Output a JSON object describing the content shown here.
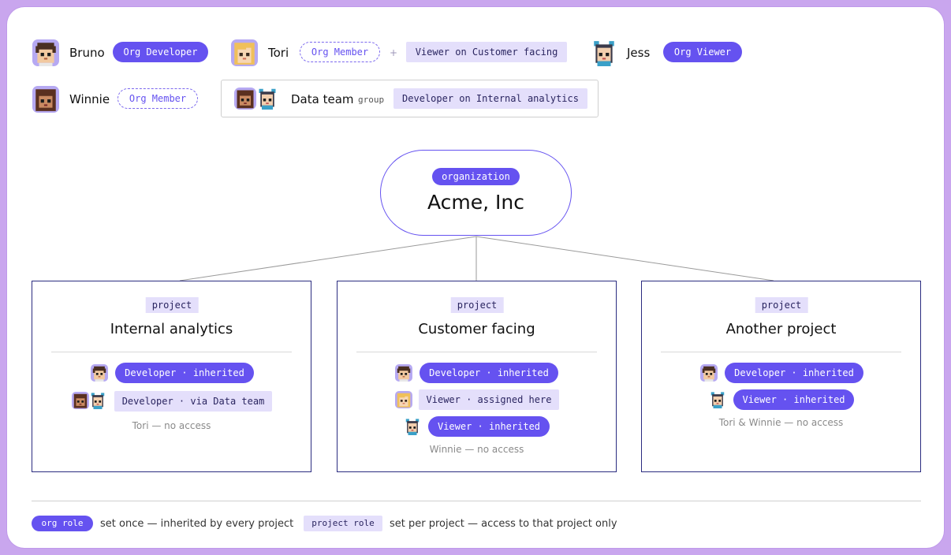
{
  "colors": {
    "accent": "#6552f0",
    "soft": "#e4dffb",
    "frame": "#c9a6ee",
    "project_border": "#2b2c80"
  },
  "members": {
    "bruno": {
      "name": "Bruno",
      "role": "Org Developer",
      "avatar": "bruno-avatar"
    },
    "tori": {
      "name": "Tori",
      "role": "Org Member",
      "plus": "+",
      "extra_role": "Viewer on Customer facing",
      "avatar": "tori-avatar"
    },
    "jess": {
      "name": "Jess",
      "role": "Org Viewer",
      "avatar": "jess-avatar"
    },
    "winnie": {
      "name": "Winnie",
      "role": "Org Member",
      "avatar": "winnie-avatar"
    }
  },
  "group": {
    "name": "Data team",
    "tag": "group",
    "role": "Developer on Internal analytics"
  },
  "organization": {
    "badge": "organization",
    "name": "Acme, Inc"
  },
  "projects": [
    {
      "tag": "project",
      "title": "Internal analytics",
      "rows": [
        {
          "label": "Developer · inherited",
          "style": "org"
        },
        {
          "label": "Developer · via Data team",
          "style": "project"
        }
      ],
      "note": "Tori — no access"
    },
    {
      "tag": "project",
      "title": "Customer facing",
      "rows": [
        {
          "label": "Developer · inherited",
          "style": "org"
        },
        {
          "label": "Viewer · assigned here",
          "style": "project"
        },
        {
          "label": "Viewer · inherited",
          "style": "org"
        }
      ],
      "note": "Winnie — no access"
    },
    {
      "tag": "project",
      "title": "Another project",
      "rows": [
        {
          "label": "Developer · inherited",
          "style": "org"
        },
        {
          "label": "Viewer · inherited",
          "style": "org"
        }
      ],
      "note": "Tori & Winnie — no access"
    }
  ],
  "legend": {
    "org_badge": "org role",
    "org_text": "set once — inherited by every project",
    "project_badge": "project role",
    "project_text": "set per project — access to that project only"
  }
}
